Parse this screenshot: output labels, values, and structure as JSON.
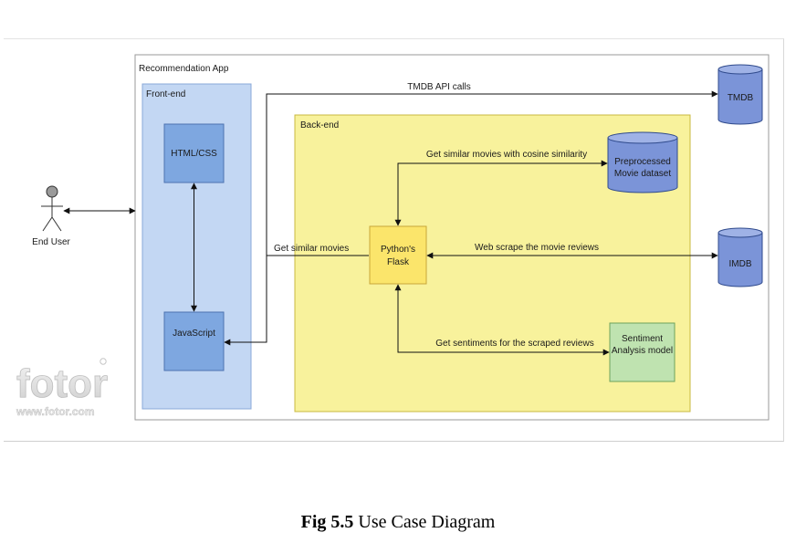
{
  "diagram": {
    "app_title": "Recommendation App",
    "frontend_title": "Front-end",
    "backend_title": "Back-end",
    "actor": "End User",
    "nodes": {
      "html_css": "HTML/CSS",
      "javascript": "JavaScript",
      "flask_line1": "Python's",
      "flask_line2": "Flask",
      "dataset_line1": "Preprocessed",
      "dataset_line2": "Movie dataset",
      "sentiment_line1": "Sentiment",
      "sentiment_line2": "Analysis model",
      "tmdb": "TMDB",
      "imdb": "IMDB"
    },
    "edges": {
      "tmdb_calls": "TMDB API calls",
      "get_similar": "Get similar movies",
      "cosine": "Get similar movies with cosine similarity",
      "scrape": "Web scrape the movie reviews",
      "sentiments": "Get sentiments for the scraped reviews"
    },
    "watermark_text": "fotor",
    "watermark_url": "www.fotor.com"
  },
  "caption": {
    "label": "Fig 5.5",
    "text": " Use Case Diagram"
  },
  "colors": {
    "frontend_fill": "#c3d7f3",
    "node_blue": "#7ea7e0",
    "backend_fill": "#f8f29c",
    "flask_fill": "#fbe56b",
    "sentiment_fill": "#bfe3b0",
    "db_fill": "#7b94d8"
  }
}
